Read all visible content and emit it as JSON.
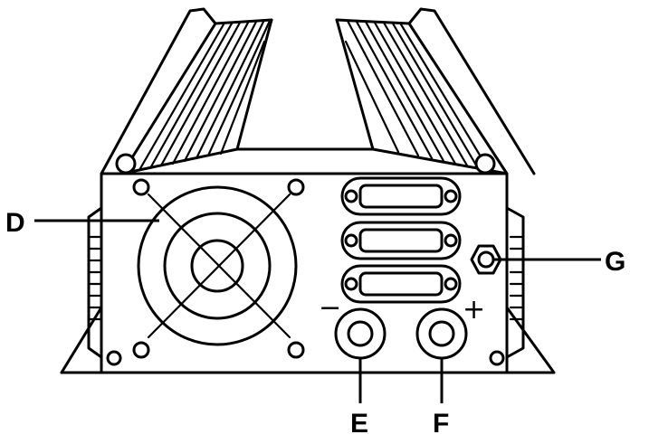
{
  "labels": {
    "fan": "D",
    "negative_terminal": "E",
    "positive_terminal": "F",
    "ground_terminal": "G"
  },
  "polarity": {
    "negative": "−",
    "positive": "+"
  },
  "colors": {
    "line": "#000000",
    "background": "#ffffff"
  }
}
